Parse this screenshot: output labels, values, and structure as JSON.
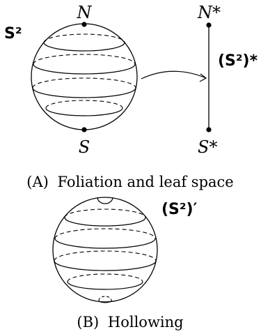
{
  "panel_a": {
    "labels": {
      "north": "N",
      "south": "S",
      "north_star": "N*",
      "south_star": "S*",
      "sphere": "S²",
      "sphere_star": "(S²)*"
    },
    "caption": {
      "prefix": "(A)",
      "text": "Foliation and leaf space"
    }
  },
  "panel_b": {
    "labels": {
      "sphere_prime": "(S²)′"
    },
    "caption": {
      "prefix": "(B)",
      "text": "Hollowing"
    }
  }
}
